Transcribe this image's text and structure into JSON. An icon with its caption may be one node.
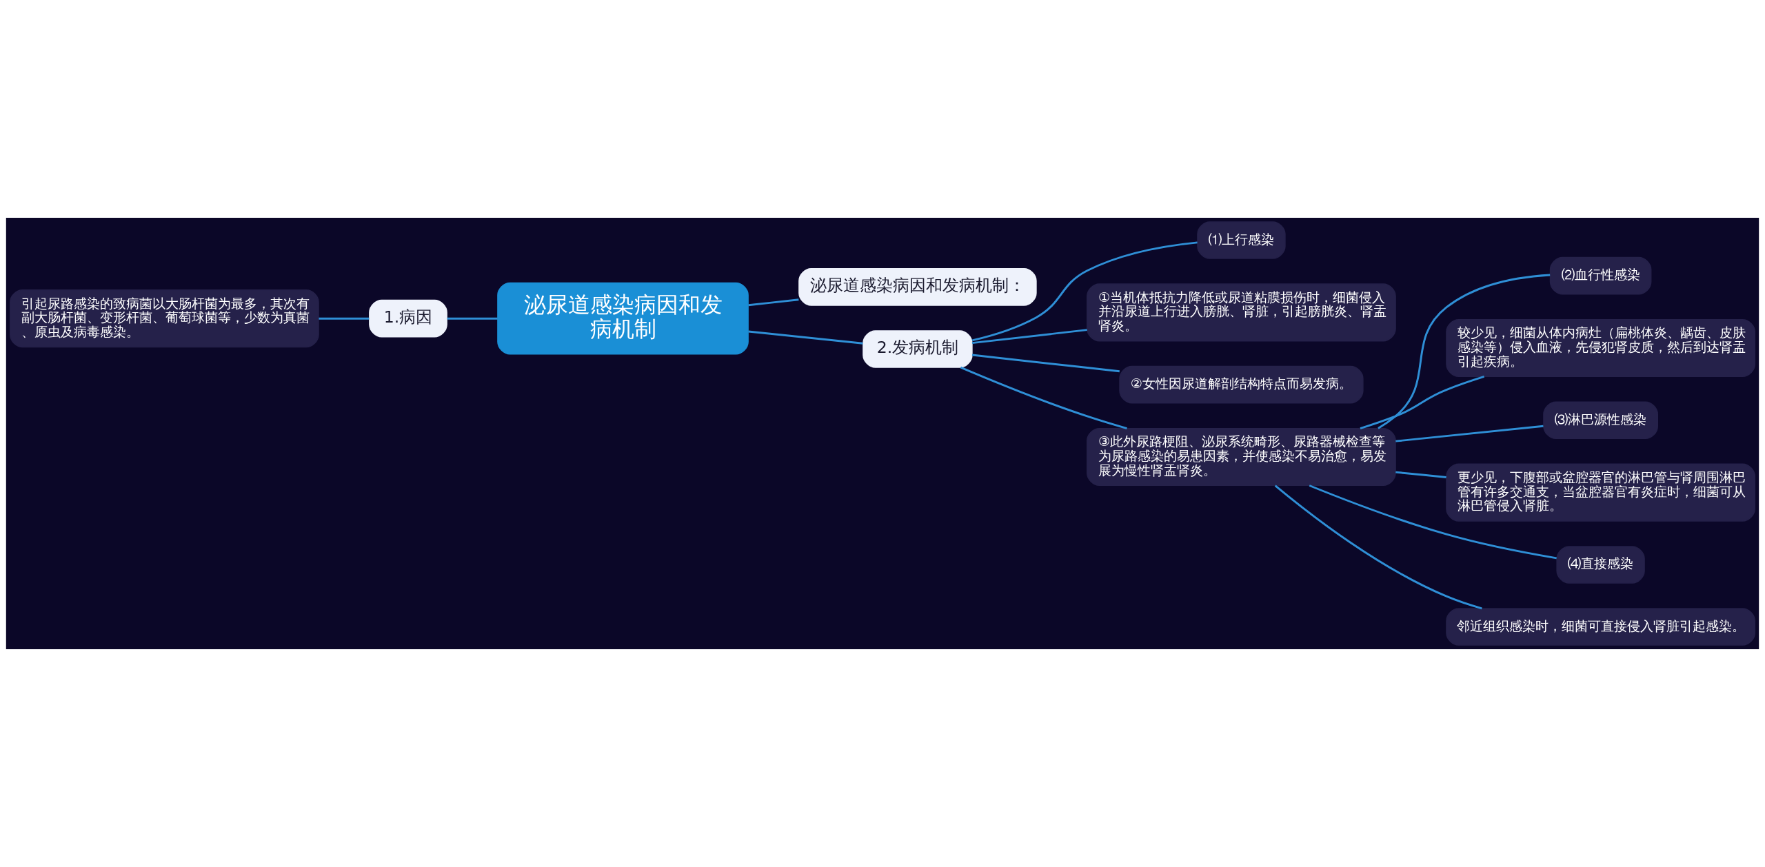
{
  "diagram": {
    "nodes": [
      {
        "text": [
          "泌尿道感染病因和发病机制"
        ]
      },
      {
        "text": [
          "泌尿道感染病因和发病机制："
        ]
      },
      {
        "text": [
          "1.病因"
        ]
      },
      {
        "text": [
          "引起尿路感染的致病菌以大肠杆菌为最多，其次有副大肠杆菌、变形杆菌、葡萄球菌等，少数为真菌、原虫及病毒感染。"
        ]
      },
      {
        "text": [
          "2.发病机制"
        ]
      },
      {
        "text": [
          "⑴上行感染"
        ]
      },
      {
        "text": [
          "①当机体抵抗力降低或尿道粘膜损伤时，细菌侵入并沿尿道上行进入膀胱、肾脏，引起膀胱炎、肾盂肾炎。"
        ]
      },
      {
        "text": [
          "②女性因尿道解剖结构特点而易发病。"
        ]
      },
      {
        "text": [
          "③此外尿路梗阻、泌尿系统畸形、尿路器械检查等为尿路感染的易患因素，并使感染不易治愈，易发展为慢性肾盂肾炎。"
        ]
      },
      {
        "text": [
          "⑵血行性感染"
        ]
      },
      {
        "text": [
          "较少见，细菌从体内病灶（扁桃体炎、龋齿、皮肤感染等）侵入血液，先侵犯肾皮质，然后到达肾盂引起疾病。"
        ]
      },
      {
        "text": [
          "⑶淋巴源性感染"
        ]
      },
      {
        "text": [
          "更少见，下腹部或盆腔器官的淋巴管与肾周围淋巴管有许多交通支，当盆腔器官有炎症时，细菌可从淋巴管侵入肾脏。"
        ]
      },
      {
        "text": [
          "⑷直接感染"
        ]
      },
      {
        "text": [
          "邻近组织感染时，细菌可直接侵入肾脏引起感染。"
        ]
      }
    ],
    "edges": [
      {
        "from": 0,
        "to": 1,
        "arrow": "none"
      },
      {
        "from": 0,
        "to": 2,
        "arrow": "none"
      },
      {
        "from": 2,
        "to": 3,
        "arrow": "none"
      },
      {
        "from": 0,
        "to": 4,
        "arrow": "none"
      },
      {
        "from": 4,
        "to": 5,
        "arrow": "none"
      },
      {
        "from": 4,
        "to": 6,
        "arrow": "none"
      },
      {
        "from": 4,
        "to": 7,
        "arrow": "none"
      },
      {
        "from": 4,
        "to": 8,
        "arrow": "none"
      },
      {
        "from": 8,
        "to": 9,
        "arrow": "none"
      },
      {
        "from": 8,
        "to": 10,
        "arrow": "none"
      },
      {
        "from": 8,
        "to": 11,
        "arrow": "none"
      },
      {
        "from": 8,
        "to": 12,
        "arrow": "none"
      },
      {
        "from": 8,
        "to": 13,
        "arrow": "none"
      },
      {
        "from": 8,
        "to": 14,
        "arrow": "none"
      }
    ]
  }
}
